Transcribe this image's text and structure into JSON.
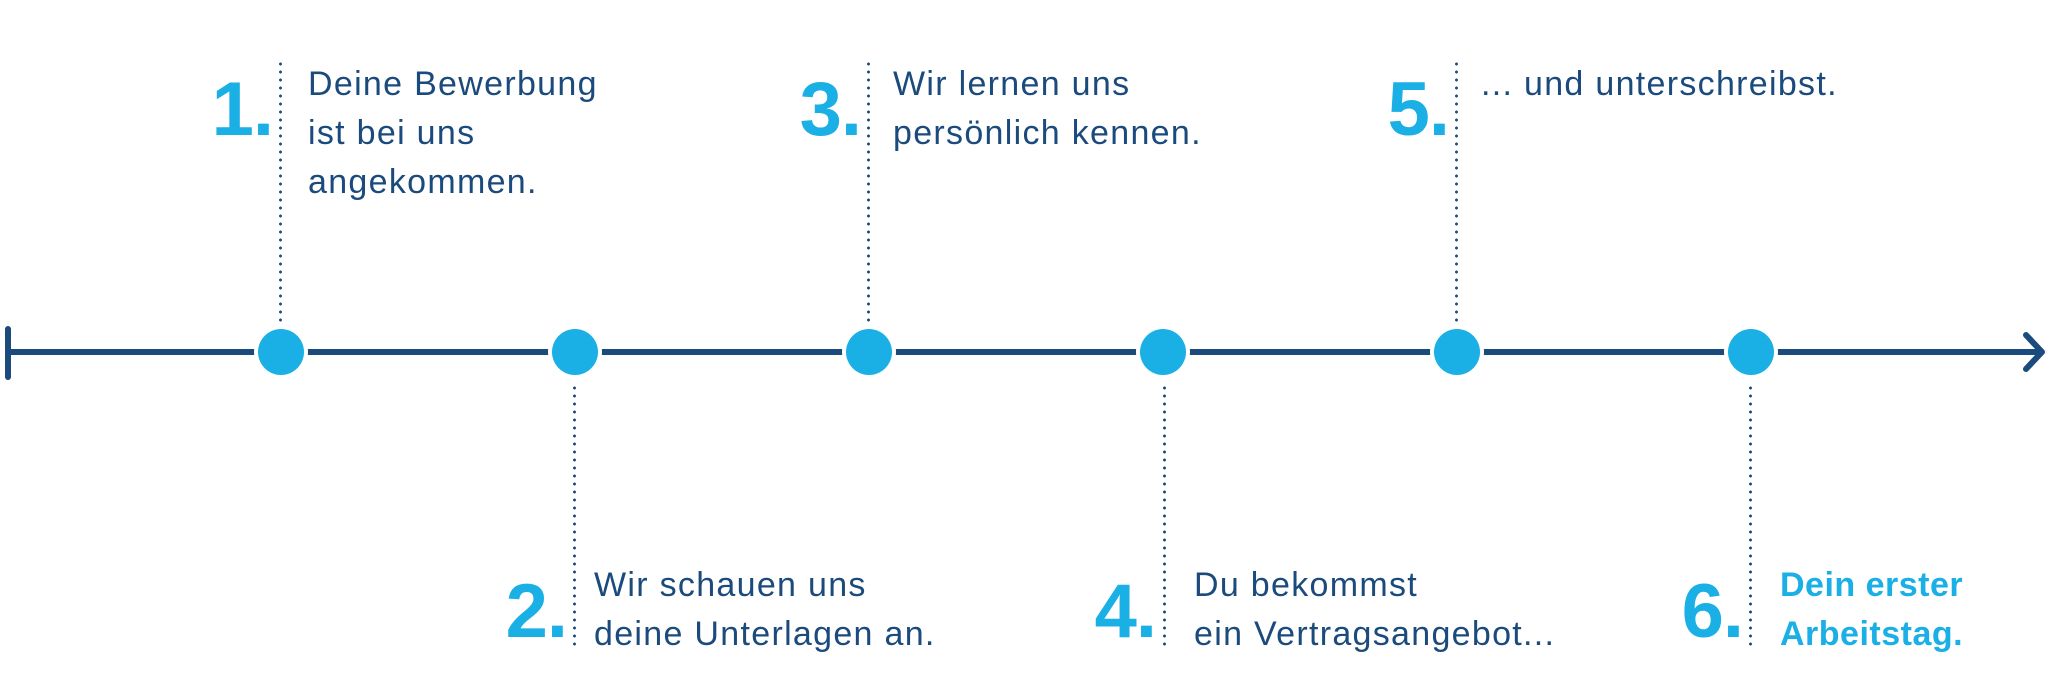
{
  "colors": {
    "accent": "#1aafe5",
    "primary": "#1b4a7c",
    "background": "#ffffff"
  },
  "timeline": {
    "direction": "left-to-right",
    "end_icon": "arrow-right-icon",
    "steps": [
      {
        "number": "1.",
        "lines": [
          "Deine Bewerbung",
          "ist bei uns",
          "angekommen."
        ],
        "position": "above"
      },
      {
        "number": "2.",
        "lines": [
          "Wir schauen uns",
          "deine Unterlagen an."
        ],
        "position": "below"
      },
      {
        "number": "3.",
        "lines": [
          "Wir lernen uns",
          "persönlich kennen."
        ],
        "position": "above"
      },
      {
        "number": "4.",
        "lines": [
          "Du bekommst",
          "ein Vertragsangebot..."
        ],
        "position": "below"
      },
      {
        "number": "5.",
        "lines": [
          "... und unterschreibst."
        ],
        "position": "above"
      },
      {
        "number": "6.",
        "lines": [
          "Dein erster",
          "Arbeitstag."
        ],
        "position": "below",
        "highlight": true
      }
    ]
  }
}
